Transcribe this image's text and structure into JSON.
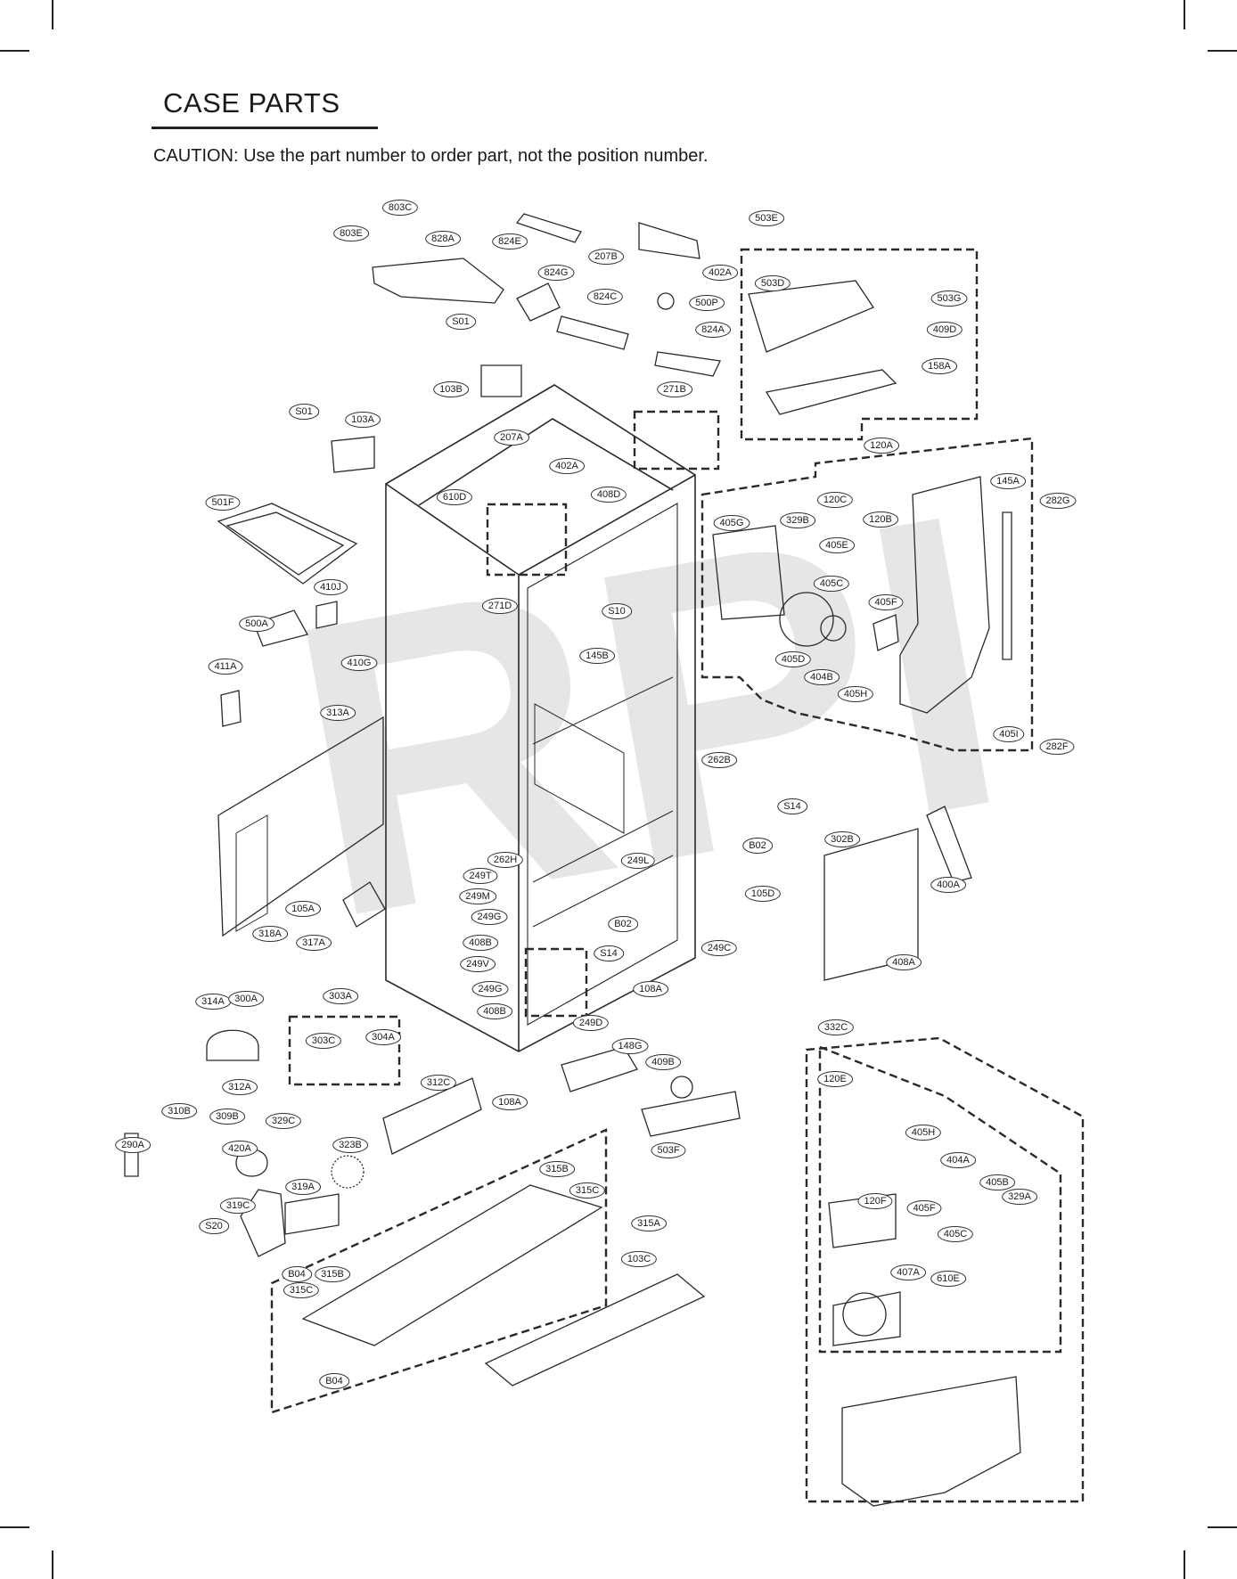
{
  "page": {
    "title": "CASE PARTS",
    "caution": "CAUTION: Use the part number to order part, not the position number.",
    "watermark": "RPI"
  },
  "labels": [
    {
      "id": "803C"
    },
    {
      "id": "803E"
    },
    {
      "id": "828A"
    },
    {
      "id": "824E"
    },
    {
      "id": "207B"
    },
    {
      "id": "402A"
    },
    {
      "id": "503E"
    },
    {
      "id": "824G"
    },
    {
      "id": "824C"
    },
    {
      "id": "500P"
    },
    {
      "id": "503D"
    },
    {
      "id": "503G"
    },
    {
      "id": "S01"
    },
    {
      "id": "824A"
    },
    {
      "id": "409D"
    },
    {
      "id": "158A"
    },
    {
      "id": "103B"
    },
    {
      "id": "271B"
    },
    {
      "id": "S01"
    },
    {
      "id": "103A"
    },
    {
      "id": "207A"
    },
    {
      "id": "402A"
    },
    {
      "id": "120A"
    },
    {
      "id": "145A"
    },
    {
      "id": "282G"
    },
    {
      "id": "501F"
    },
    {
      "id": "610D"
    },
    {
      "id": "408D"
    },
    {
      "id": "120C"
    },
    {
      "id": "120B"
    },
    {
      "id": "405G"
    },
    {
      "id": "329B"
    },
    {
      "id": "405E"
    },
    {
      "id": "410J"
    },
    {
      "id": "271D"
    },
    {
      "id": "S10"
    },
    {
      "id": "405C"
    },
    {
      "id": "405F"
    },
    {
      "id": "500A"
    },
    {
      "id": "145B"
    },
    {
      "id": "410G"
    },
    {
      "id": "411A"
    },
    {
      "id": "405D"
    },
    {
      "id": "404B"
    },
    {
      "id": "405H"
    },
    {
      "id": "313A"
    },
    {
      "id": "405I"
    },
    {
      "id": "282F"
    },
    {
      "id": "262B"
    },
    {
      "id": "S14"
    },
    {
      "id": "B02"
    },
    {
      "id": "302B"
    },
    {
      "id": "262H"
    },
    {
      "id": "249L"
    },
    {
      "id": "249T"
    },
    {
      "id": "400A"
    },
    {
      "id": "249M"
    },
    {
      "id": "105D"
    },
    {
      "id": "105A"
    },
    {
      "id": "249G"
    },
    {
      "id": "B02"
    },
    {
      "id": "318A"
    },
    {
      "id": "317A"
    },
    {
      "id": "408B"
    },
    {
      "id": "249C"
    },
    {
      "id": "S14"
    },
    {
      "id": "249V"
    },
    {
      "id": "408A"
    },
    {
      "id": "249G"
    },
    {
      "id": "108A"
    },
    {
      "id": "303A"
    },
    {
      "id": "314A"
    },
    {
      "id": "300A"
    },
    {
      "id": "408B"
    },
    {
      "id": "249D"
    },
    {
      "id": "332C"
    },
    {
      "id": "303C"
    },
    {
      "id": "304A"
    },
    {
      "id": "148G"
    },
    {
      "id": "409B"
    },
    {
      "id": "120E"
    },
    {
      "id": "312A"
    },
    {
      "id": "312C"
    },
    {
      "id": "108A"
    },
    {
      "id": "310B"
    },
    {
      "id": "309B"
    },
    {
      "id": "329C"
    },
    {
      "id": "503F"
    },
    {
      "id": "290A"
    },
    {
      "id": "420A"
    },
    {
      "id": "323B"
    },
    {
      "id": "405H"
    },
    {
      "id": "404A"
    },
    {
      "id": "315B"
    },
    {
      "id": "319A"
    },
    {
      "id": "405B"
    },
    {
      "id": "315C"
    },
    {
      "id": "329A"
    },
    {
      "id": "319C"
    },
    {
      "id": "120F"
    },
    {
      "id": "405F"
    },
    {
      "id": "315A"
    },
    {
      "id": "S20"
    },
    {
      "id": "405C"
    },
    {
      "id": "103C"
    },
    {
      "id": "B04"
    },
    {
      "id": "315B"
    },
    {
      "id": "407A"
    },
    {
      "id": "610E"
    },
    {
      "id": "315C"
    },
    {
      "id": "B04"
    }
  ]
}
